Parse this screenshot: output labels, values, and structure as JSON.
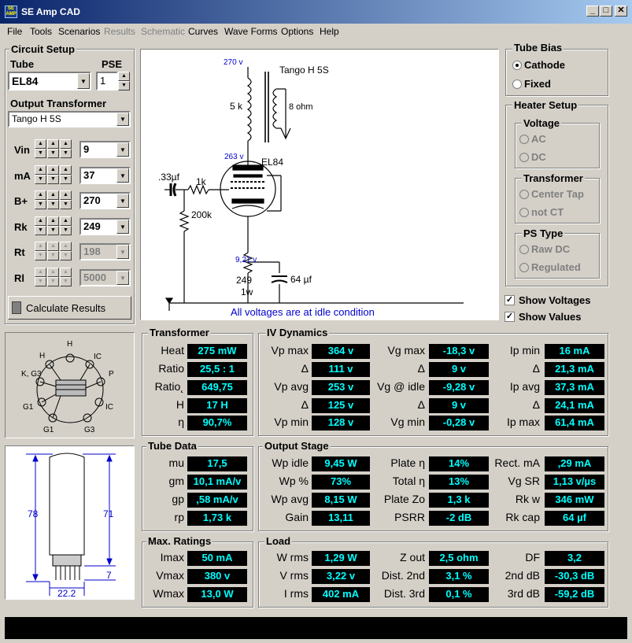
{
  "window": {
    "title": "SE Amp CAD",
    "icon_text": "SE AMP",
    "min": "_",
    "max": "□",
    "close": "✕"
  },
  "menu": [
    {
      "label": "File",
      "enabled": true
    },
    {
      "label": "Tools",
      "enabled": true
    },
    {
      "label": "Scenarios",
      "enabled": true
    },
    {
      "label": "Results",
      "enabled": false
    },
    {
      "label": "Schematic",
      "enabled": false
    },
    {
      "label": "Curves",
      "enabled": true
    },
    {
      "label": "Wave Forms",
      "enabled": true
    },
    {
      "label": "Options",
      "enabled": true
    },
    {
      "label": "Help",
      "enabled": true
    }
  ],
  "circuit": {
    "title": "Circuit Setup",
    "tube_label": "Tube",
    "tube_value": "EL84",
    "pse_label": "PSE",
    "pse_value": "1",
    "ot_label": "Output Transformer",
    "ot_value": "Tango H 5S",
    "params": [
      {
        "label": "Vin",
        "value": "9",
        "enabled": true
      },
      {
        "label": "mA",
        "value": "37",
        "enabled": true
      },
      {
        "label": "B+",
        "value": "270",
        "enabled": true
      },
      {
        "label": "Rk",
        "value": "249",
        "enabled": true
      },
      {
        "label": "Rt",
        "value": "198",
        "enabled": false
      },
      {
        "label": "Rl",
        "value": "5000",
        "enabled": false
      }
    ],
    "calc_button": "Calculate Results"
  },
  "schematic": {
    "v_top": "270 v",
    "ot_name": "Tango H 5S",
    "primary": "5 k",
    "secondary": "8 ohm",
    "v_plate": "263 v",
    "tube": "EL84",
    "cap_in": ".33µf",
    "r_grid_stop": "1k",
    "r_grid": "200k",
    "v_cath": "9,21 v",
    "rk": "249",
    "rk_w": "1w",
    "ck": "64 µf",
    "note": "All voltages are at idle condition"
  },
  "tube_bias": {
    "title": "Tube Bias",
    "options": [
      "Cathode",
      "Fixed"
    ],
    "selected": 0
  },
  "heater": {
    "title": "Heater Setup",
    "voltage_title": "Voltage",
    "voltage": [
      "AC",
      "DC"
    ],
    "transformer_title": "Transformer",
    "transformer": [
      "Center Tap",
      "not CT"
    ],
    "ps_title": "PS Type",
    "ps": [
      "Raw DC",
      "Regulated"
    ]
  },
  "checks": {
    "show_voltages": "Show Voltages",
    "show_values": "Show Values"
  },
  "pinout": {
    "labels": [
      "H",
      "H",
      "IC",
      "K,\nG3",
      "P",
      "G1",
      "IC",
      "G1",
      "G3"
    ]
  },
  "dims": {
    "height": "78",
    "body": "71",
    "pins": "7",
    "dia": "22.2"
  },
  "transformer": {
    "title": "Transformer",
    "rows": [
      {
        "label": "Heat",
        "value": "275 mW"
      },
      {
        "label": "Ratio",
        "value": "25,5 : 1"
      },
      {
        "label": "Ratio˛",
        "value": "649,75"
      },
      {
        "label": "H",
        "value": "17 H"
      },
      {
        "label": "η",
        "value": "90,7%"
      }
    ]
  },
  "tube_data": {
    "title": "Tube Data",
    "rows": [
      {
        "label": "mu",
        "value": "17,5"
      },
      {
        "label": "gm",
        "value": "10,1 mA/v"
      },
      {
        "label": "gp",
        "value": ",58 mA/v"
      },
      {
        "label": "rp",
        "value": "1,73 k"
      }
    ]
  },
  "max_ratings": {
    "title": "Max. Ratings",
    "rows": [
      {
        "label": "Imax",
        "value": "50 mA"
      },
      {
        "label": "Vmax",
        "value": "380 v"
      },
      {
        "label": "Wmax",
        "value": "13,0 W"
      }
    ]
  },
  "iv": {
    "title": "IV Dynamics",
    "cols": [
      [
        {
          "label": "Vp max",
          "value": "364 v"
        },
        {
          "label": "Δ",
          "value": "111 v"
        },
        {
          "label": "Vp avg",
          "value": "253 v"
        },
        {
          "label": "Δ",
          "value": "125 v"
        },
        {
          "label": "Vp min",
          "value": "128 v"
        }
      ],
      [
        {
          "label": "Vg max",
          "value": "-18,3 v"
        },
        {
          "label": "Δ",
          "value": "9 v"
        },
        {
          "label": "Vg @ idle",
          "value": "-9,28 v"
        },
        {
          "label": "Δ",
          "value": "9 v"
        },
        {
          "label": "Vg min",
          "value": "-0,28 v"
        }
      ],
      [
        {
          "label": "Ip min",
          "value": "16 mA"
        },
        {
          "label": "Δ",
          "value": "21,3 mA"
        },
        {
          "label": "Ip avg",
          "value": "37,3 mA"
        },
        {
          "label": "Δ",
          "value": "24,1 mA"
        },
        {
          "label": "Ip max",
          "value": "61,4 mA"
        }
      ]
    ]
  },
  "output": {
    "title": "Output Stage",
    "cols": [
      [
        {
          "label": "Wp idle",
          "value": "9,45 W"
        },
        {
          "label": "Wp %",
          "value": "73%"
        },
        {
          "label": "Wp avg",
          "value": "8,15 W"
        },
        {
          "label": "Gain",
          "value": "13,11"
        }
      ],
      [
        {
          "label": "Plate η",
          "value": "14%"
        },
        {
          "label": "Total η",
          "value": "13%"
        },
        {
          "label": "Plate Zo",
          "value": "1,3 k"
        },
        {
          "label": "PSRR",
          "value": "-2 dB"
        }
      ],
      [
        {
          "label": "Rect. mA",
          "value": ",29 mA"
        },
        {
          "label": "Vg SR",
          "value": "1,13 v/µs"
        },
        {
          "label": "Rk w",
          "value": "346 mW"
        },
        {
          "label": "Rk cap",
          "value": "64 µf"
        }
      ]
    ]
  },
  "load": {
    "title": "Load",
    "cols": [
      [
        {
          "label": "W rms",
          "value": "1,29 W"
        },
        {
          "label": "V rms",
          "value": "3,22 v"
        },
        {
          "label": "I rms",
          "value": "402 mA"
        }
      ],
      [
        {
          "label": "Z out",
          "value": "2,5 ohm"
        },
        {
          "label": "Dist. 2nd",
          "value": "3,1 %"
        },
        {
          "label": "Dist. 3rd",
          "value": "0,1 %"
        }
      ],
      [
        {
          "label": "DF",
          "value": "3,2"
        },
        {
          "label": "2nd dB",
          "value": "-30,3 dB"
        },
        {
          "label": "3rd dB",
          "value": "-59,2 dB"
        }
      ]
    ]
  },
  "status": {
    "text": ""
  }
}
